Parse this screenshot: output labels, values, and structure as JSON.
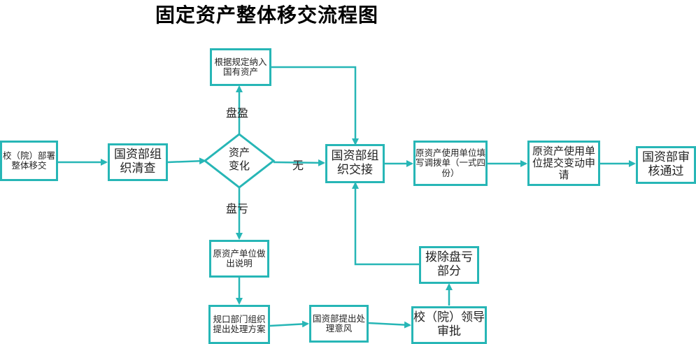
{
  "title": "固定资产整体移交流程图",
  "colors": {
    "stroke": "#27b6b6",
    "text": "#222222"
  },
  "nodes": {
    "start": "校（院）部署整体移交",
    "check": "国资部组织清查",
    "change": "资产变化",
    "surplus_box": "根据规定纳入国有资产",
    "explain": "原资产单位做出说明",
    "plan": "规口部门组织提出处理方案",
    "opinion": "国资部提出处理意风",
    "approve": "校（院）领导审批",
    "remove": "拨除盘亏部分",
    "handover": "国资部组织交接",
    "fill": "原资产使用单位填写调拨单（一式四份）",
    "submit": "原资产使用单位提交变动申请",
    "audit": "国资部审核通过"
  },
  "edge_labels": {
    "surplus": "盘盈",
    "loss": "盘亏",
    "none": "无"
  }
}
